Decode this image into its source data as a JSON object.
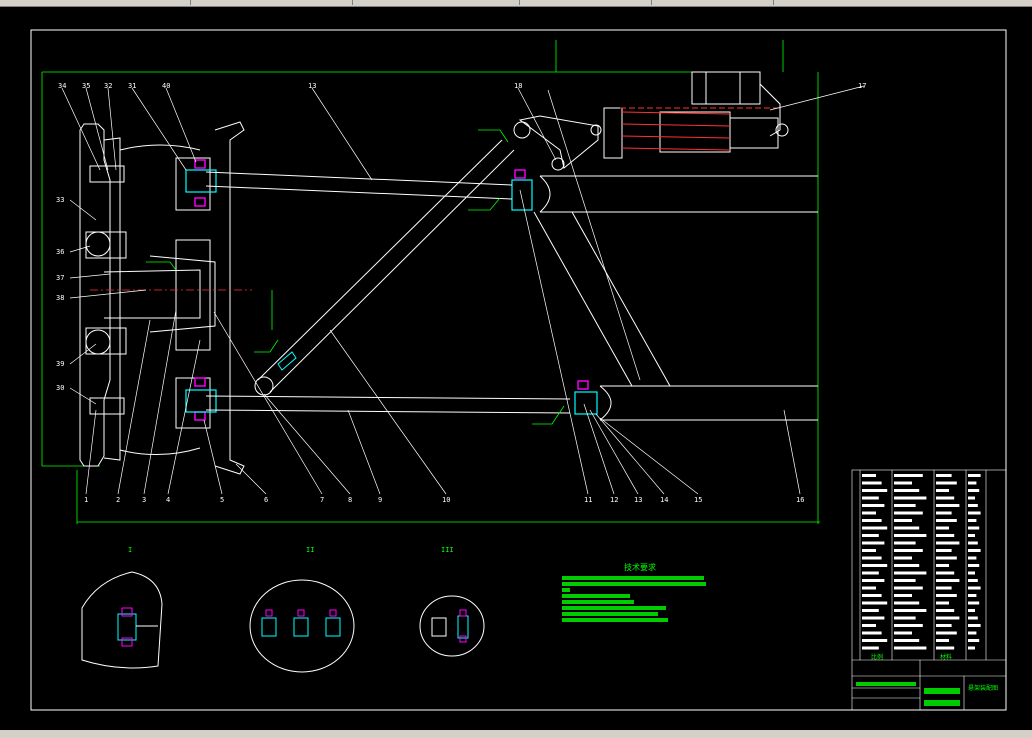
{
  "window": {
    "toolbar_segments": 6
  },
  "colors": {
    "background": "#000000",
    "lines": "#ffffff",
    "frame": "#00ff00",
    "bolts": "#ff00ff",
    "section": "#00ffff",
    "notes": "#00cc00"
  },
  "drawing": {
    "callouts_top": [
      "34",
      "35",
      "32",
      "31",
      "40",
      "13",
      "18",
      "17"
    ],
    "callouts_left": [
      "33",
      "36",
      "37",
      "38",
      "39",
      "30"
    ],
    "callouts_bottom": [
      "1",
      "2",
      "3",
      "4",
      "5",
      "6",
      "7",
      "8",
      "9",
      "10",
      "11",
      "12",
      "13",
      "14",
      "15",
      "16"
    ],
    "detail_views": [
      "I",
      "II",
      "III"
    ],
    "notes_title": "技术要求",
    "title_block": {
      "drawing_title": "悬架装配图",
      "scale_label": "比例",
      "material_label": "材料"
    }
  },
  "status": {
    "icons": [
      "bolt-section-icon",
      "weld-symbol-icon"
    ]
  }
}
